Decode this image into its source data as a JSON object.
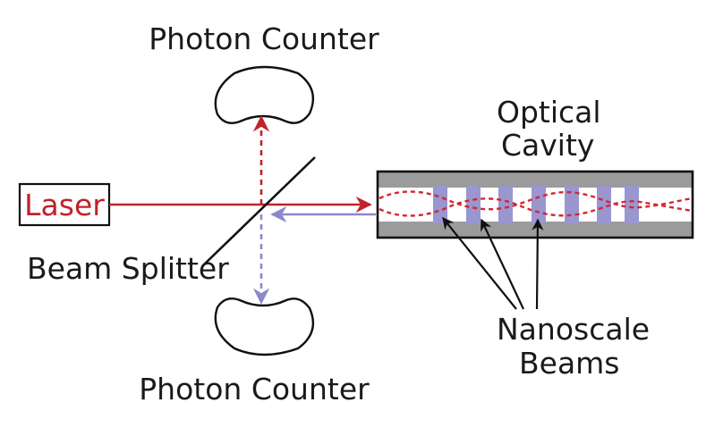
{
  "labels": {
    "photon_counter_top": "Photon Counter",
    "photon_counter_bottom": "Photon Counter",
    "optical_cavity_line1": "Optical",
    "optical_cavity_line2": "Cavity",
    "laser": "Laser",
    "beam_splitter": "Beam Splitter",
    "nanoscale_line1": "Nanoscale",
    "nanoscale_line2": "Beams"
  },
  "colors": {
    "laser_beam": "#c0222a",
    "return_beam": "#8d87cc",
    "cavity_wall": "#9b9b9b",
    "nanobeam": "#9a96d0",
    "outline": "#111111"
  }
}
